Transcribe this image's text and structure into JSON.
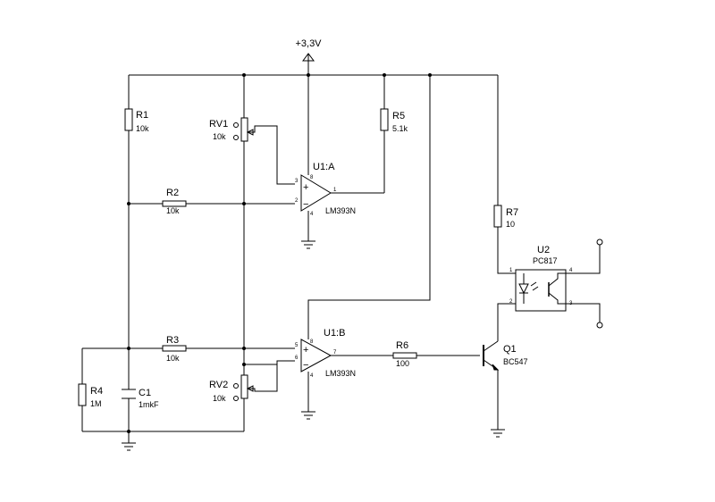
{
  "supply": {
    "label": "+3,3V"
  },
  "components": {
    "r1": {
      "ref": "R1",
      "value": "10k"
    },
    "r2": {
      "ref": "R2",
      "value": "10k"
    },
    "r3": {
      "ref": "R3",
      "value": "10k"
    },
    "r4": {
      "ref": "R4",
      "value": "1M"
    },
    "r5": {
      "ref": "R5",
      "value": "5.1k"
    },
    "r6": {
      "ref": "R6",
      "value": "100"
    },
    "r7": {
      "ref": "R7",
      "value": "10"
    },
    "rv1": {
      "ref": "RV1",
      "value": "10k"
    },
    "rv2": {
      "ref": "RV2",
      "value": "10k"
    },
    "c1": {
      "ref": "C1",
      "value": "1mkF"
    },
    "u1a": {
      "ref": "U1:A",
      "value": "LM393N"
    },
    "u1b": {
      "ref": "U1:B",
      "value": "LM393N"
    },
    "u2": {
      "ref": "U2",
      "value": "PC817"
    },
    "q1": {
      "ref": "Q1",
      "value": "BC547"
    }
  },
  "pins": {
    "u1a": {
      "plus": "3",
      "minus": "2",
      "out": "1",
      "vcc": "8",
      "gnd": "4"
    },
    "u1b": {
      "plus": "5",
      "minus": "6",
      "out": "7",
      "vcc": "8",
      "gnd": "4"
    },
    "u2": {
      "anode": "1",
      "cathode": "2",
      "emitter": "3",
      "collector": "4"
    }
  },
  "symbols": {
    "plus": "+",
    "minus": "−"
  }
}
